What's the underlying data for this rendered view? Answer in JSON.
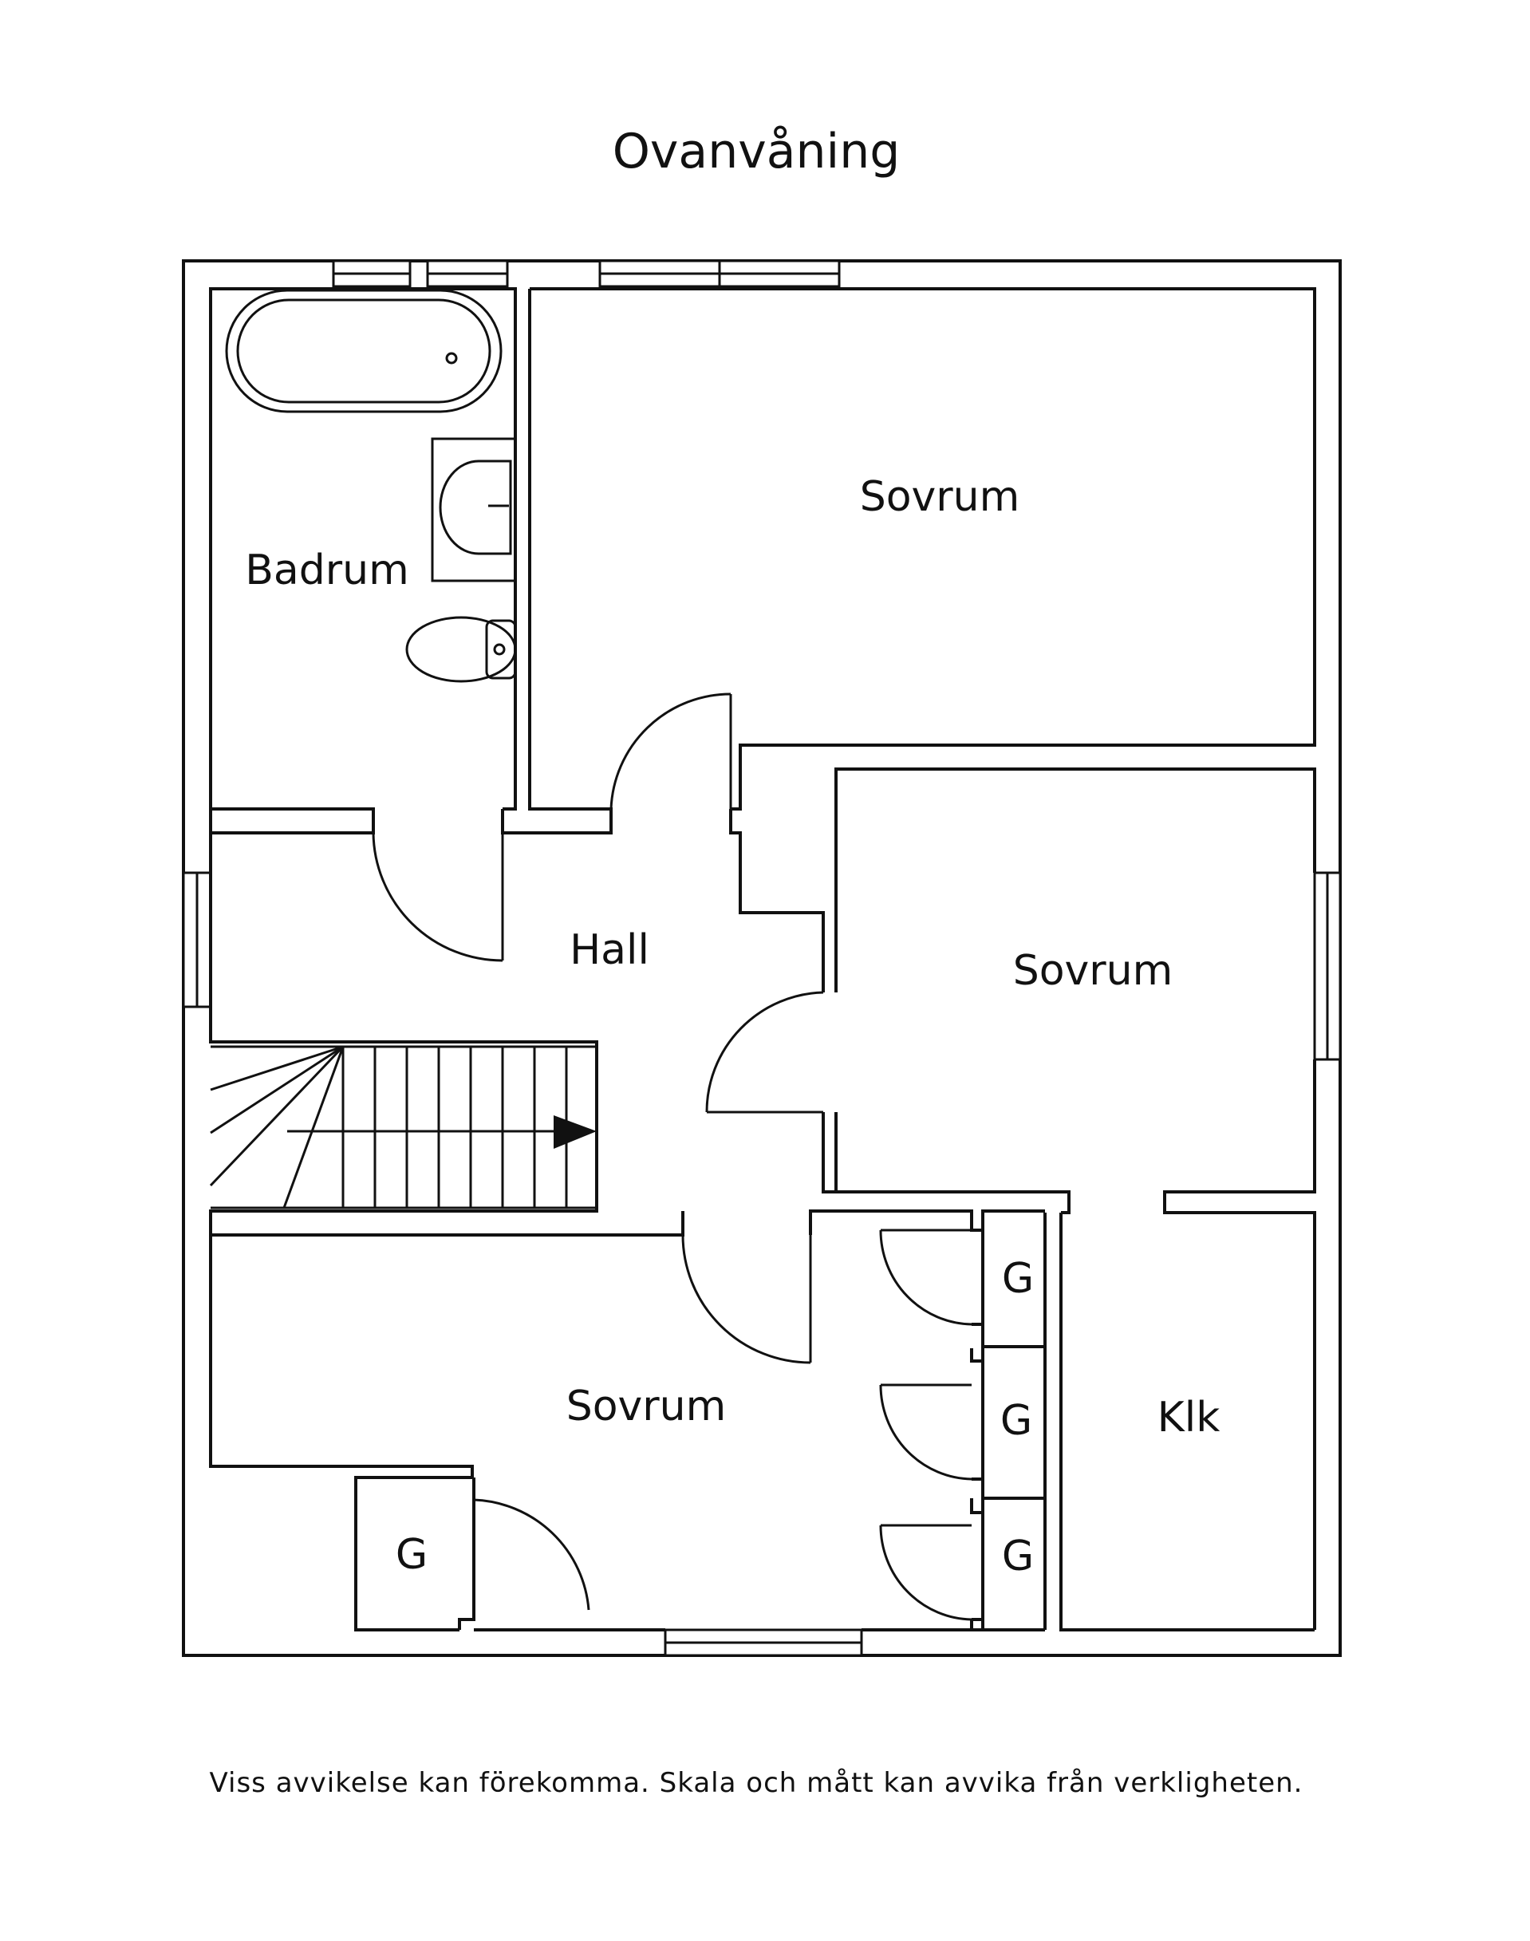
{
  "title": "Ovanvåning",
  "rooms": {
    "bathroom": "Badrum",
    "bedroom_1": "Sovrum",
    "bedroom_2": "Sovrum",
    "bedroom_3": "Sovrum",
    "hall": "Hall",
    "walk_in_closet": "Klk",
    "wardrobe_1": "G",
    "wardrobe_2": "G",
    "wardrobe_3": "G",
    "wardrobe_4": "G"
  },
  "disclaimer": "Viss avvikelse kan förekomma. Skala och mått kan avvika från verkligheten."
}
